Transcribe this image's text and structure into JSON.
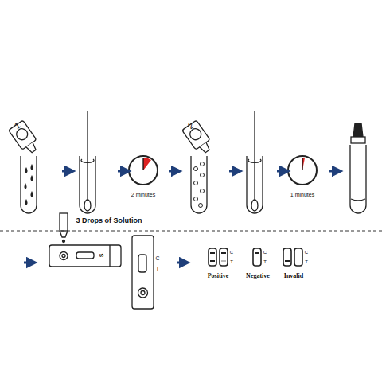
{
  "diagram": {
    "labels": [
      "1",
      "2 minutes",
      "2",
      "1 minutes",
      "3 Drops of Solution",
      "S",
      "C",
      "T",
      "C",
      "T",
      "C",
      "T",
      "C",
      "T",
      "Positive",
      "Negative",
      "Invalid"
    ]
  }
}
